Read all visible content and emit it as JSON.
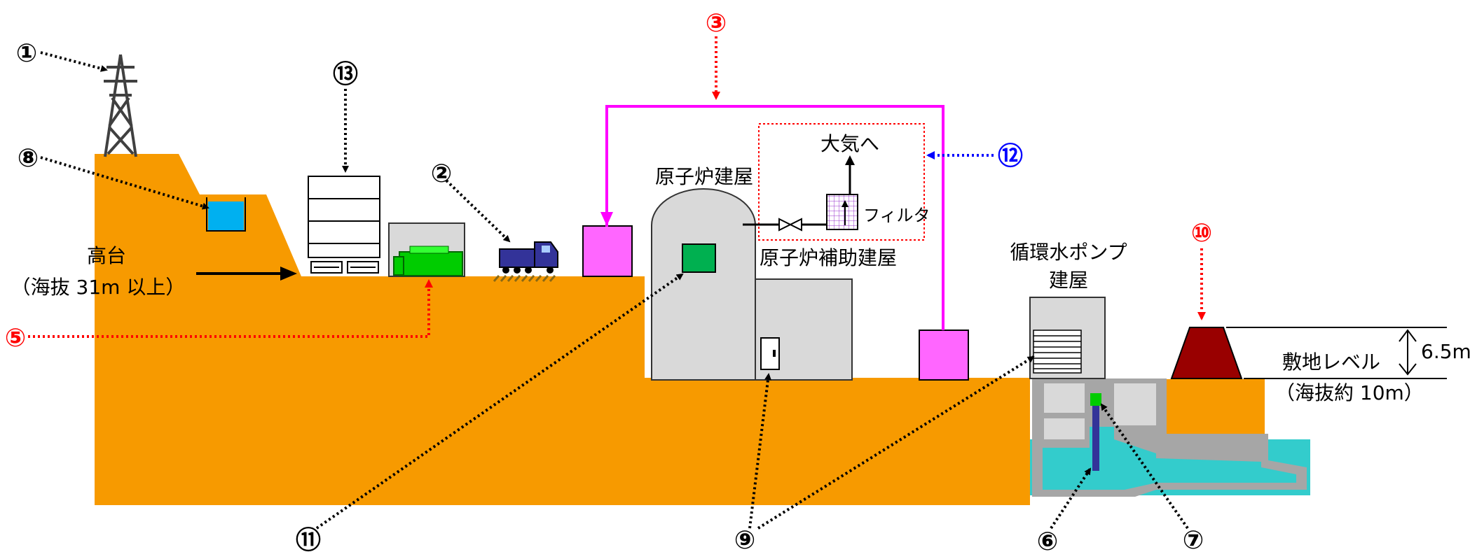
{
  "markers": {
    "m1": "①",
    "m2": "②",
    "m3": "③",
    "m5": "⑤",
    "m6": "⑥",
    "m7": "⑦",
    "m8": "⑧",
    "m9": "⑨",
    "m10": "⑩",
    "m11": "⑪",
    "m12": "⑫",
    "m13": "⑬"
  },
  "labels": {
    "highland": "高台",
    "highland_elev": "（海抜 31m 以上）",
    "reactor_building": "原子炉建屋",
    "aux_building": "原子炉補助建屋",
    "atmosphere": "大気へ",
    "filter": "フィルタ",
    "pump_building_line1": "循環水ポンプ",
    "pump_building_line2": "建屋",
    "site_level": "敷地レベル",
    "site_level_elev": "（海抜約 10m）",
    "height": "6.5m"
  },
  "colors": {
    "ground": "#f79a00",
    "building": "#d9d9d9",
    "magenta": "#ff00ff",
    "tank": "#ff66ff",
    "sea": "#33cccc",
    "wall": "#990000",
    "green_gen": "#00cc00",
    "truck": "#333399",
    "pool": "#00b0f0",
    "red_arrow": "#ff0000",
    "blue_arrow": "#0000ff"
  }
}
